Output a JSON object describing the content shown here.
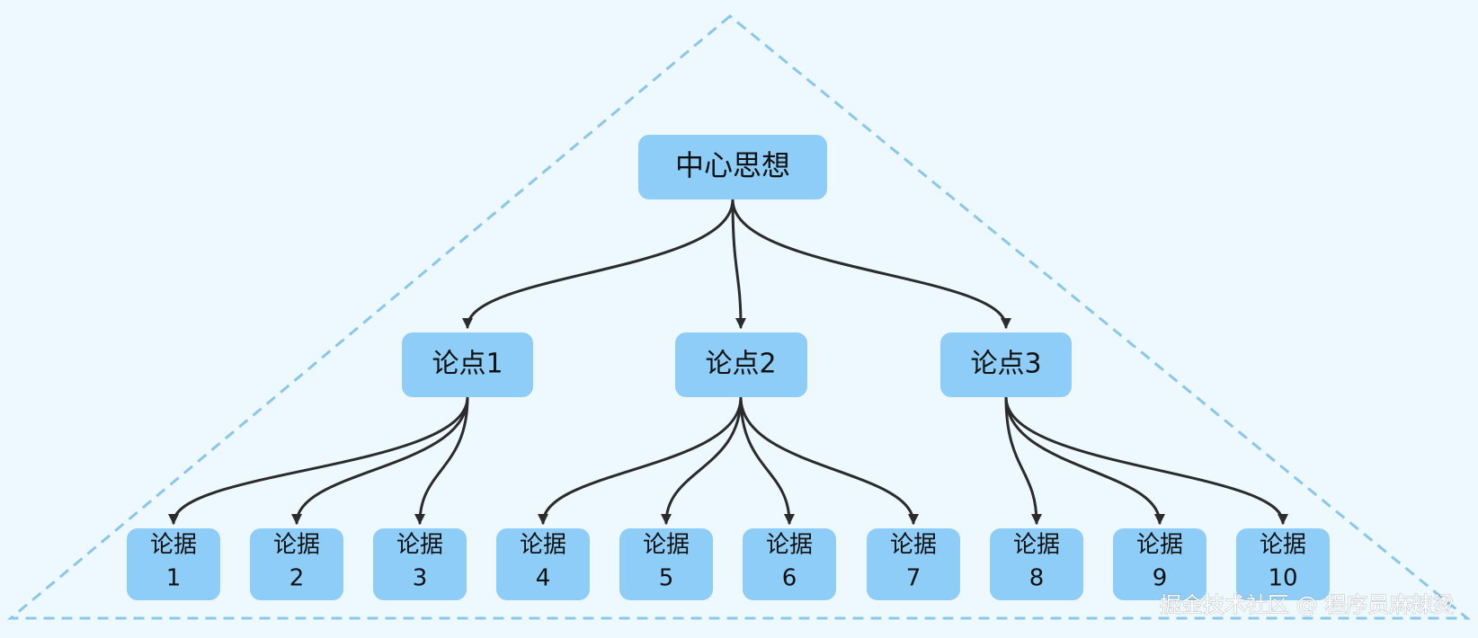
{
  "root": {
    "label": "中心思想"
  },
  "points": [
    {
      "label": "论点1"
    },
    {
      "label": "论点2"
    },
    {
      "label": "论点3"
    }
  ],
  "evidence": [
    {
      "title": "论据",
      "number": "1",
      "parent": 0
    },
    {
      "title": "论据",
      "number": "2",
      "parent": 0
    },
    {
      "title": "论据",
      "number": "3",
      "parent": 0
    },
    {
      "title": "论据",
      "number": "4",
      "parent": 1
    },
    {
      "title": "论据",
      "number": "5",
      "parent": 1
    },
    {
      "title": "论据",
      "number": "6",
      "parent": 1
    },
    {
      "title": "论据",
      "number": "7",
      "parent": 1
    },
    {
      "title": "论据",
      "number": "8",
      "parent": 2
    },
    {
      "title": "论据",
      "number": "9",
      "parent": 2
    },
    {
      "title": "论据",
      "number": "10",
      "parent": 2
    }
  ],
  "watermark": {
    "text": "掘金技术社区 @ 程序员麻辣烫"
  },
  "colors": {
    "background": "#eef8ff",
    "node": "#8ecdf8",
    "edge": "#2b2b2b",
    "triangle": "#8ac7ea"
  }
}
